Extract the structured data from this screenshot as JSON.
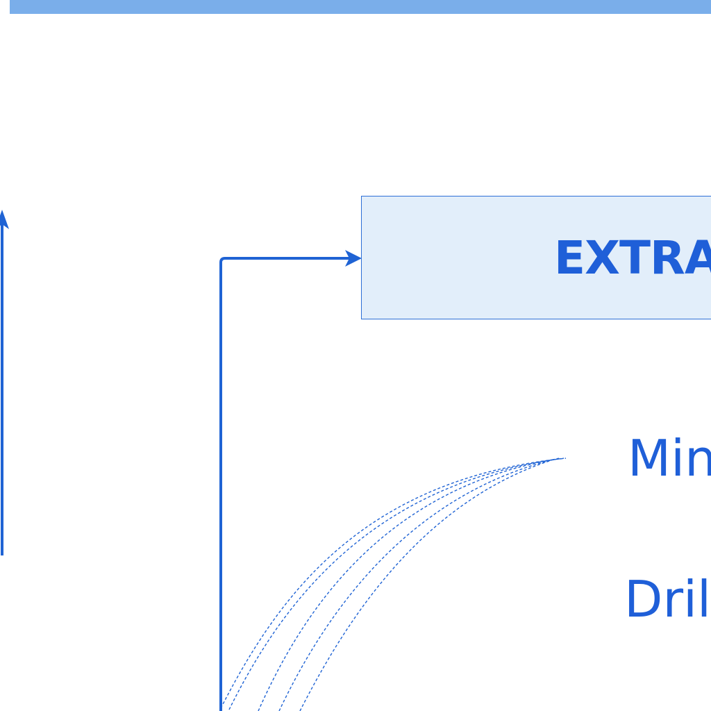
{
  "colors": {
    "band": "#7aaeea",
    "line": "#1f63d4",
    "box_fill": "#e2eefa",
    "box_border": "#2c6fd6",
    "text": "#1f5fd8"
  },
  "diagram": {
    "process_box": {
      "label": "EXTRA"
    },
    "sub_labels": [
      {
        "text": "Min"
      },
      {
        "text": "Dril"
      }
    ]
  }
}
